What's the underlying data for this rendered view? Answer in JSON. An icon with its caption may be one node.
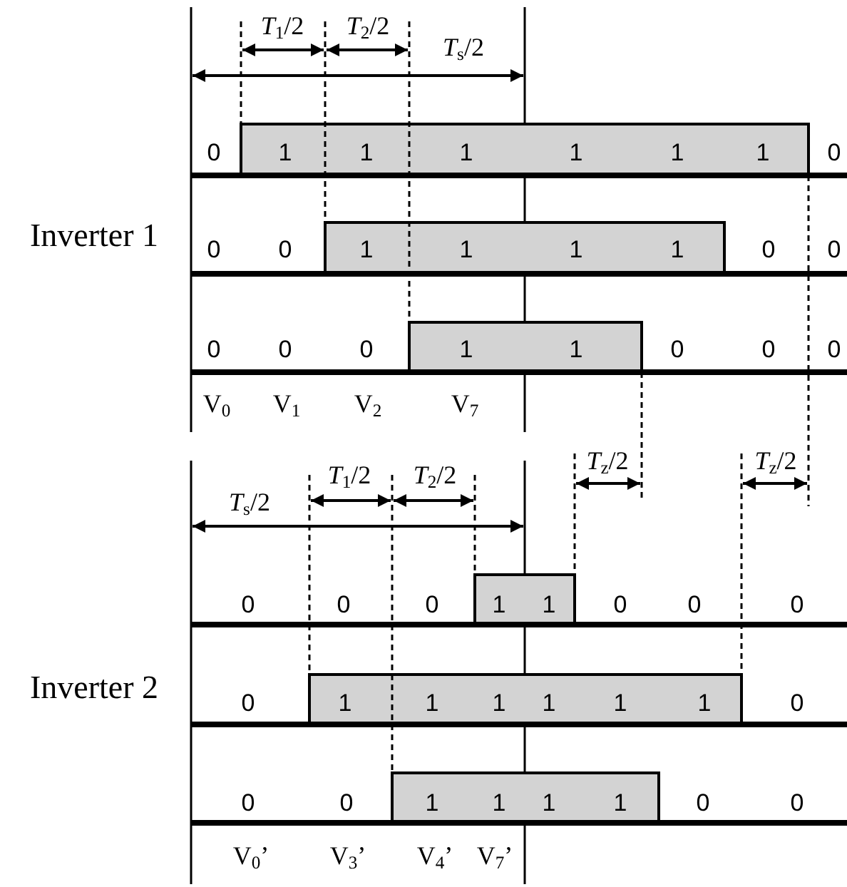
{
  "diagram": {
    "labels": [
      "*T*$_{1}$/2",
      "*T*$_{2}$/2",
      "*T*$_{s}$/2",
      "0",
      "1",
      "1",
      "1",
      "1",
      "1",
      "1",
      "0",
      "Inverter 1",
      "0",
      "0",
      "1",
      "1",
      "1",
      "1",
      "0",
      "0",
      "0",
      "0",
      "0",
      "1",
      "1",
      "0",
      "0",
      "0",
      "V$_{0}$",
      "V$_{1}$",
      "V$_{2}$",
      "V$_{7}$",
      "*T*$_{z}$/2",
      "*T*$_{z}$/2",
      "*T*$_{1}$/2",
      "*T*$_{2}$/2",
      "*T*$_{s}$/2",
      "0",
      "0",
      "0",
      "1",
      "1",
      "0",
      "0",
      "0",
      "Inverter 2",
      "0",
      "1",
      "1",
      "1",
      "1",
      "1",
      "1",
      "0",
      "0",
      "0",
      "1",
      "1",
      "1",
      "1",
      "0",
      "0",
      "V$_{0}$’",
      "V$_{3}$’",
      "V$_{4}$’",
      "V$_{7}$’"
    ]
  }
}
